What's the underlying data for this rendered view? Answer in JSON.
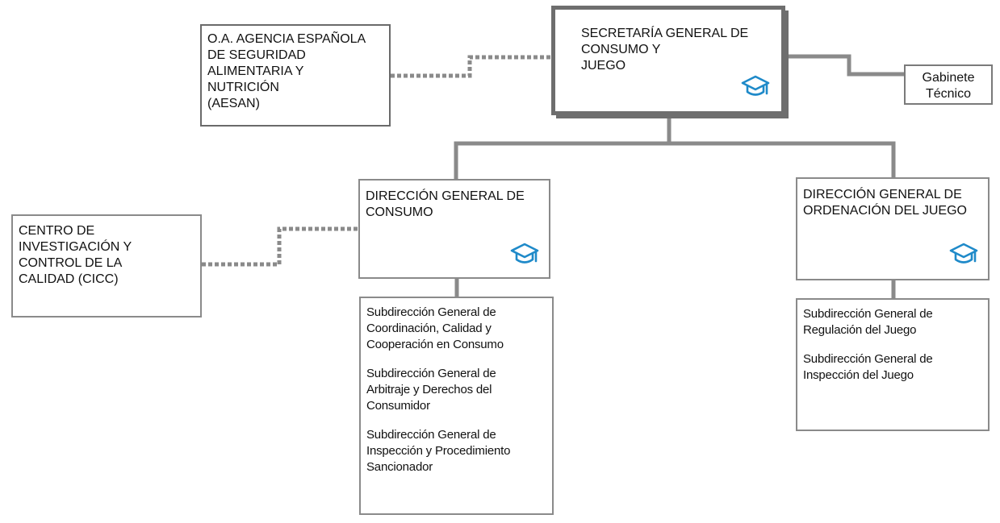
{
  "secretaria": {
    "label": "SECRETARÍA GENERAL DE\n  CONSUMO  Y\n  JUEGO",
    "icon": "graduation-cap-icon"
  },
  "aesan": {
    "label": "O.A. AGENCIA ESPAÑOLA\nDE SEGURIDAD\nALIMENTARIA Y\nNUTRICIÓN\n(AESAN)"
  },
  "gabinete": {
    "label": "Gabinete\nTécnico"
  },
  "dg_consumo": {
    "label": "DIRECCIÓN GENERAL DE\nCONSUMO",
    "icon": "graduation-cap-icon",
    "subdirecciones": [
      "Subdirección General de\nCoordinación, Calidad y\nCooperación en Consumo",
      "Subdirección General de\nArbitraje y Derechos del\nConsumidor",
      "Subdirección General de\nInspección y Procedimiento\nSancionador"
    ]
  },
  "dg_juego": {
    "label": "DIRECCIÓN GENERAL DE\nORDENACIÓN DEL JUEGO",
    "icon": "graduation-cap-icon",
    "subdirecciones": [
      "Subdirección General de\nRegulación del Juego",
      "Subdirección General de\nInspección del Juego"
    ]
  },
  "cicc": {
    "label": "CENTRO DE\nINVESTIGACIÓN Y\nCONTROL DE LA\nCALIDAD (CICC)"
  },
  "colors": {
    "solid_connector": "#8a8a8a",
    "dotted_connector": "#8a8a8a",
    "icon_accent": "#1f8ac9",
    "border": "#8a8a8a"
  }
}
